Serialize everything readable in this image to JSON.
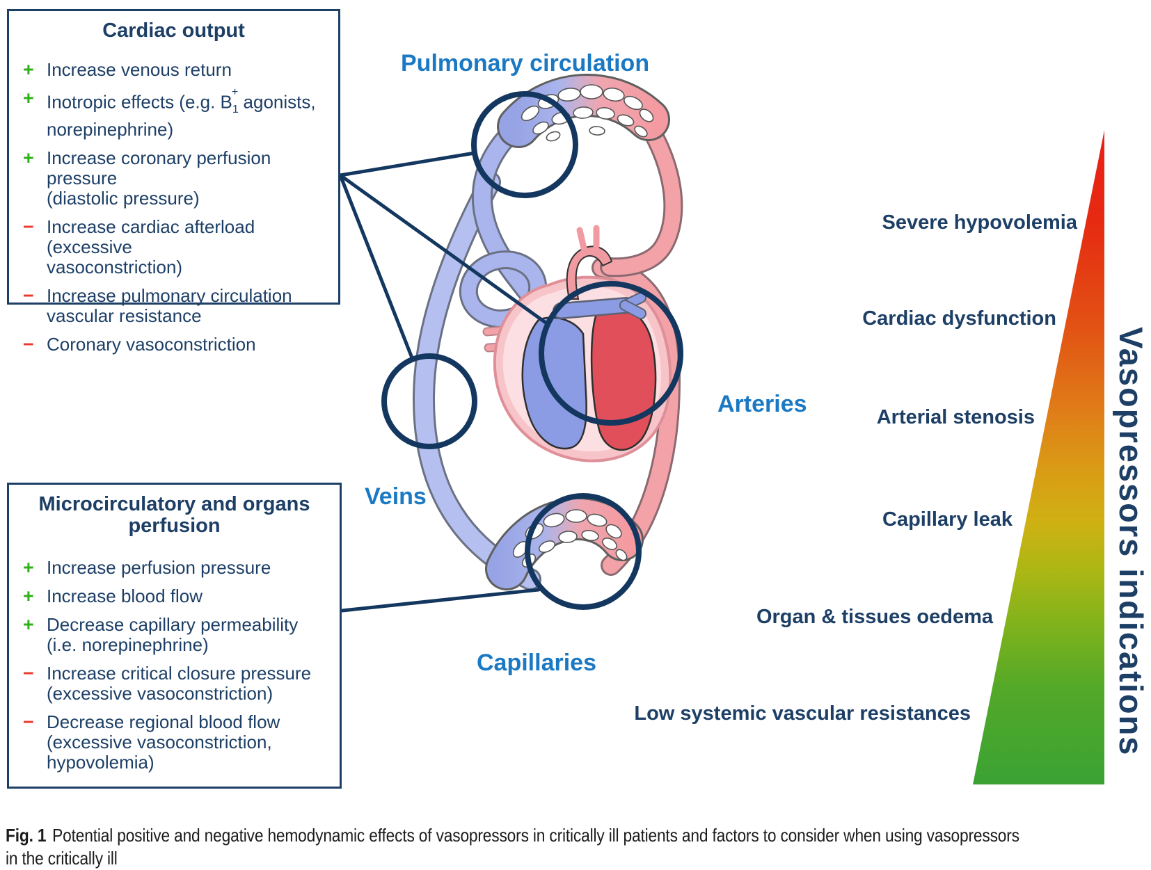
{
  "figure": {
    "caption_prefix": "Fig. 1",
    "caption_body": "Potential positive and negative hemodynamic effects of vasopressors in critically ill patients and factors to consider when using vasopressors\nin the critically ill"
  },
  "colors": {
    "navy_text": "#1d3f66",
    "label_blue": "#1b79c3",
    "plus_green": "#2fb01a",
    "minus_red": "#e93a2c",
    "triangle_top_red": "#ea1f16",
    "triangle_mid_yellow": "#cfb113",
    "triangle_bottom_green": "#3aa233"
  },
  "boxes": {
    "cardiac": {
      "title": "Cardiac output",
      "items": [
        {
          "sign": "+",
          "text": "Increase venous return"
        },
        {
          "sign": "+",
          "t1": "Inotropic effects (e.g. B",
          "sub": "1",
          "sup": "+",
          "t2": " agonists,",
          "t3": "norepinephrine)"
        },
        {
          "sign": "+",
          "text": "Increase coronary perfusion pressure\n(diastolic pressure)"
        },
        {
          "sign": "−",
          "text": "Increase cardiac afterload (excessive\nvasoconstriction)"
        },
        {
          "sign": "−",
          "text": "Increase pulmonary circulation\nvascular resistance"
        },
        {
          "sign": "−",
          "text": "Coronary vasoconstriction"
        }
      ]
    },
    "micro": {
      "title": "Microcirculatory and organs\nperfusion",
      "items": [
        {
          "sign": "+",
          "text": "Increase perfusion pressure"
        },
        {
          "sign": "+",
          "text": "Increase blood flow"
        },
        {
          "sign": "+",
          "text": "Decrease capillary permeability\n(i.e. norepinephrine)"
        },
        {
          "sign": "−",
          "text": "Increase critical closure pressure\n(excessive vasoconstriction)"
        },
        {
          "sign": "−",
          "text": "Decrease regional blood flow\n(excessive vasoconstriction,\nhypovolemia)"
        }
      ]
    }
  },
  "diagram_labels": {
    "pulmonary": "Pulmonary circulation",
    "arteries": "Arteries",
    "veins": "Veins",
    "capillaries": "Capillaries"
  },
  "scale": {
    "title_vertical": "Vasopressors indications",
    "levels": [
      "Severe hypovolemia",
      "Cardiac dysfunction",
      "Arterial stenosis",
      "Capillary leak",
      "Organ & tissues oedema",
      "Low systemic vascular resistances"
    ]
  }
}
